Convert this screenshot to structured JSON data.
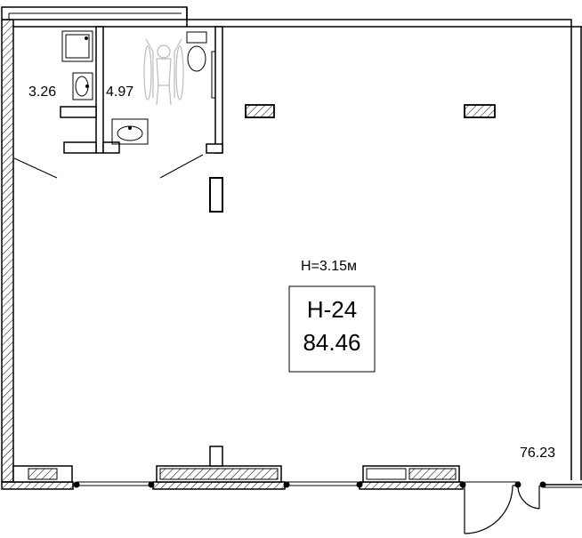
{
  "plan": {
    "ceiling_height": "H=3.15м",
    "unit_id": "Н-24",
    "unit_area": "84.46",
    "rooms": {
      "bathroom_area": "3.26",
      "accessible_wc_area": "4.97",
      "main_hall_area": "76.23"
    }
  },
  "colors": {
    "line": "#000000",
    "hatch": "#000000",
    "fixture": "#bbbbbb",
    "background": "#ffffff"
  }
}
